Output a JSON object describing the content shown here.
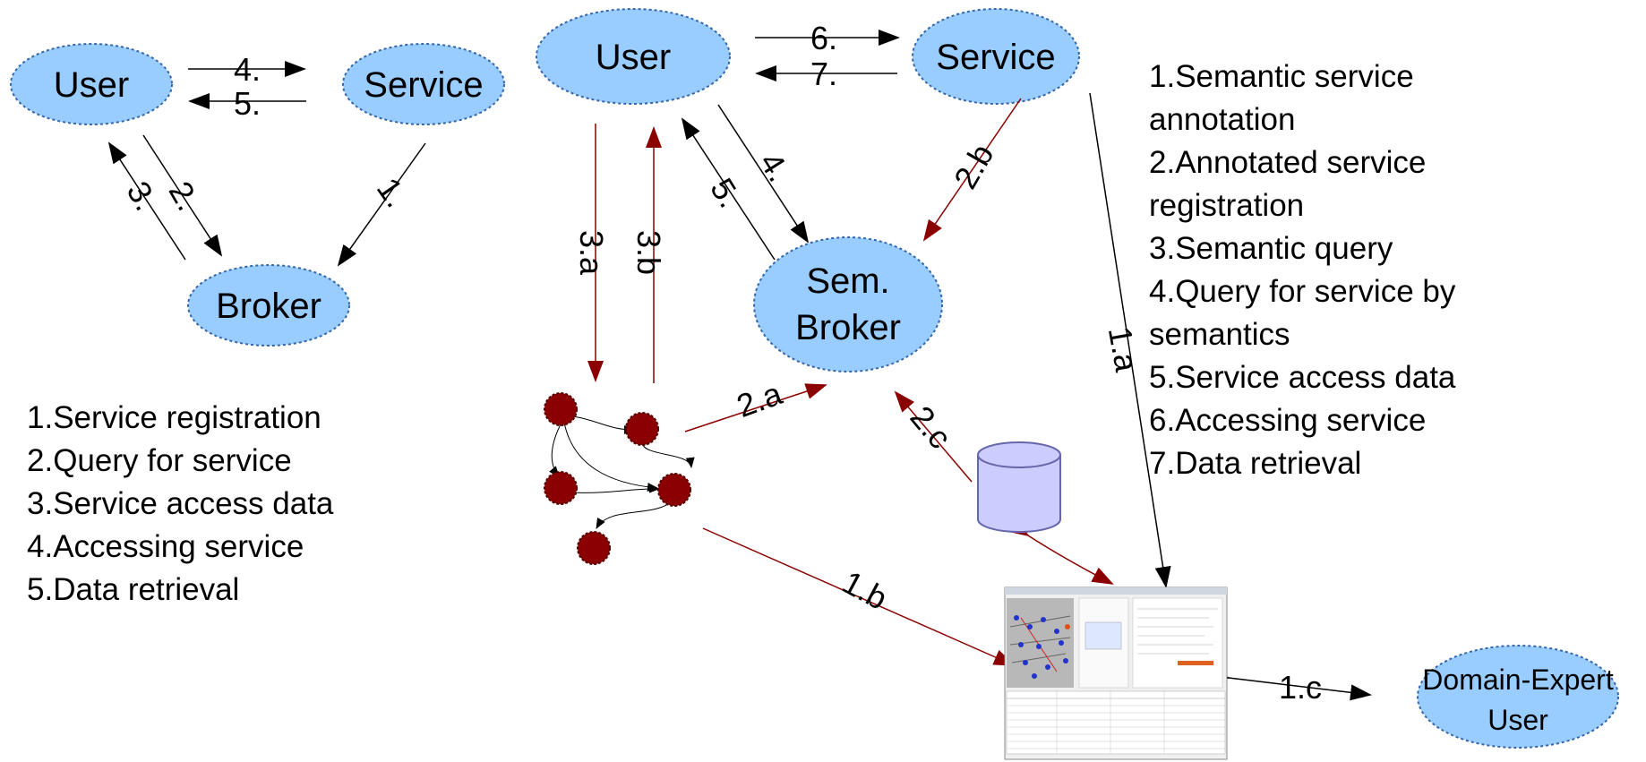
{
  "colors": {
    "node_fill": "#99ccff",
    "node_stroke": "#3366aa",
    "red_edge": "#8b0000",
    "graph_node": "#8b0000",
    "db_fill": "#ccccff"
  },
  "left_scenario": {
    "nodes": {
      "user": "User",
      "service": "Service",
      "broker": "Broker"
    },
    "edges": {
      "e1": "1.",
      "e2": "2.",
      "e3": "3.",
      "e4": "4.",
      "e5": "5."
    },
    "legend": [
      "1.Service registration",
      "2.Query for service",
      "3.Service access data",
      "4.Accessing service",
      "5.Data retrieval"
    ]
  },
  "right_scenario": {
    "nodes": {
      "user": "User",
      "service": "Service",
      "broker_line1": "Sem.",
      "broker_line2": "Broker",
      "expert_line1": "Domain-Expert",
      "expert_line2": "User"
    },
    "edges": {
      "e1a": "1.a",
      "e1b": "1.b",
      "e1c": "1.c",
      "e2a": "2.a",
      "e2b": "2.b",
      "e2c": "2.c",
      "e3a": "3.a",
      "e3b": "3.b",
      "e4": "4.",
      "e5": "5.",
      "e6": "6.",
      "e7": "7."
    },
    "legend": [
      "1.Semantic service",
      "annotation",
      "2.Annotated service",
      "registration",
      "3.Semantic query",
      "4.Query for service by",
      "semantics",
      "5.Service access data",
      "6.Accessing service",
      "7.Data retrieval"
    ]
  }
}
